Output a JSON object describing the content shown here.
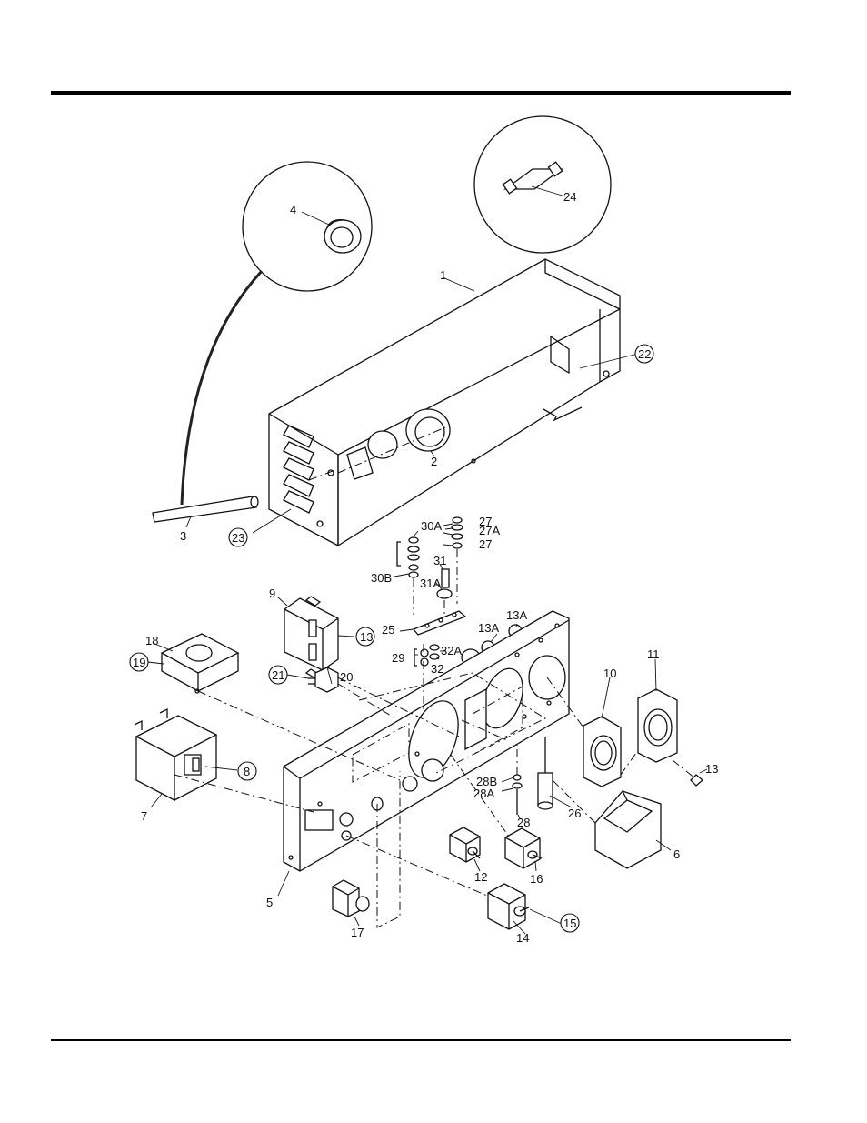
{
  "diagram": {
    "callouts": [
      {
        "id": "c1",
        "label": "1"
      },
      {
        "id": "c2",
        "label": "2"
      },
      {
        "id": "c3",
        "label": "3"
      },
      {
        "id": "c4",
        "label": "4"
      },
      {
        "id": "c5",
        "label": "5"
      },
      {
        "id": "c6",
        "label": "6"
      },
      {
        "id": "c7",
        "label": "7"
      },
      {
        "id": "c8",
        "label": "8"
      },
      {
        "id": "c9",
        "label": "9"
      },
      {
        "id": "c10",
        "label": "10"
      },
      {
        "id": "c11",
        "label": "11"
      },
      {
        "id": "c12",
        "label": "12"
      },
      {
        "id": "c13",
        "label": "13"
      },
      {
        "id": "c13a1",
        "label": "13A"
      },
      {
        "id": "c13a2",
        "label": "13A"
      },
      {
        "id": "c13r",
        "label": "13"
      },
      {
        "id": "c14",
        "label": "14"
      },
      {
        "id": "c15",
        "label": "15"
      },
      {
        "id": "c16",
        "label": "16"
      },
      {
        "id": "c17",
        "label": "17"
      },
      {
        "id": "c18",
        "label": "18"
      },
      {
        "id": "c19",
        "label": "19"
      },
      {
        "id": "c20",
        "label": "20"
      },
      {
        "id": "c21",
        "label": "21"
      },
      {
        "id": "c22",
        "label": "22"
      },
      {
        "id": "c23",
        "label": "23"
      },
      {
        "id": "c24",
        "label": "24"
      },
      {
        "id": "c25",
        "label": "25"
      },
      {
        "id": "c26",
        "label": "26"
      },
      {
        "id": "c27a",
        "label": "27"
      },
      {
        "id": "c27b",
        "label": "27A"
      },
      {
        "id": "c27c",
        "label": "27"
      },
      {
        "id": "c28",
        "label": "28"
      },
      {
        "id": "c28a",
        "label": "28A"
      },
      {
        "id": "c28b",
        "label": "28B"
      },
      {
        "id": "c29",
        "label": "29"
      },
      {
        "id": "c30a",
        "label": "30A"
      },
      {
        "id": "c30b",
        "label": "30B"
      },
      {
        "id": "c31",
        "label": "31"
      },
      {
        "id": "c31a",
        "label": "31A"
      },
      {
        "id": "c32",
        "label": "32"
      },
      {
        "id": "c32a",
        "label": "32A"
      }
    ]
  }
}
